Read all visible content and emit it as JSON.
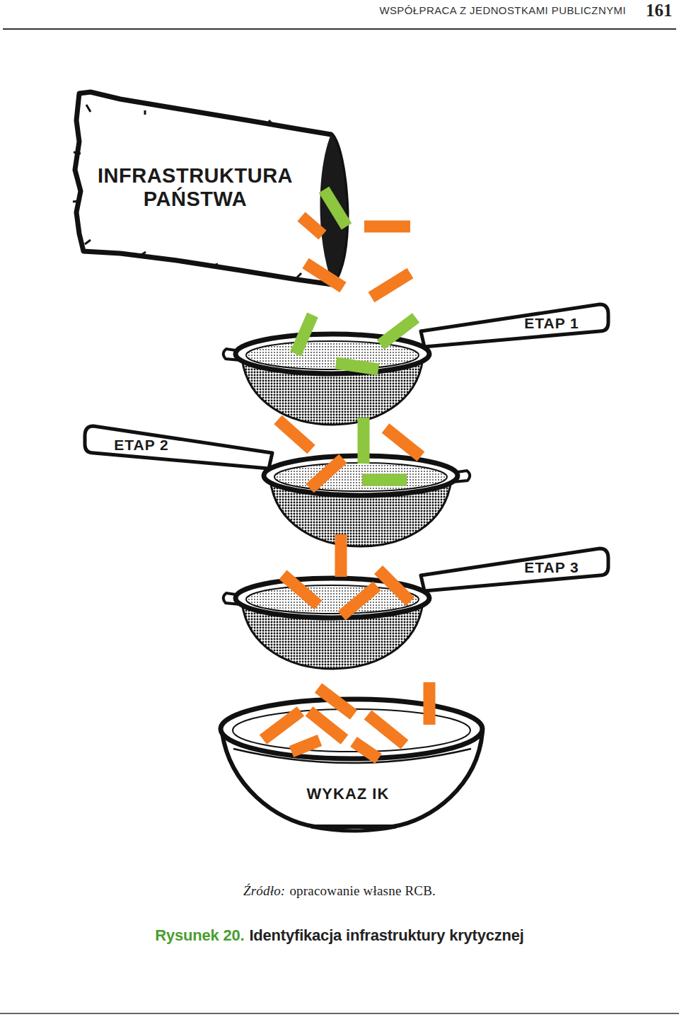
{
  "diagram": {
    "caption": "Identyfikacja infrastruktury krytycznej",
    "nodes": [
      {
        "text": [
          "INFRASTRUKTURA PAŃSTWA"
        ]
      },
      {
        "text": [
          "ETAP 1"
        ]
      },
      {
        "text": [
          "ETAP 2"
        ]
      },
      {
        "text": [
          "ETAP 3"
        ]
      },
      {
        "text": [
          "WYKAZ IK"
        ]
      }
    ],
    "labels": [
      "WSPÓŁPRACA Z JEDNOSTKAMI PUBLICZNYMI",
      "161",
      "Źródło:",
      "opracowanie własne RCB.",
      "Rysunek 20."
    ]
  }
}
